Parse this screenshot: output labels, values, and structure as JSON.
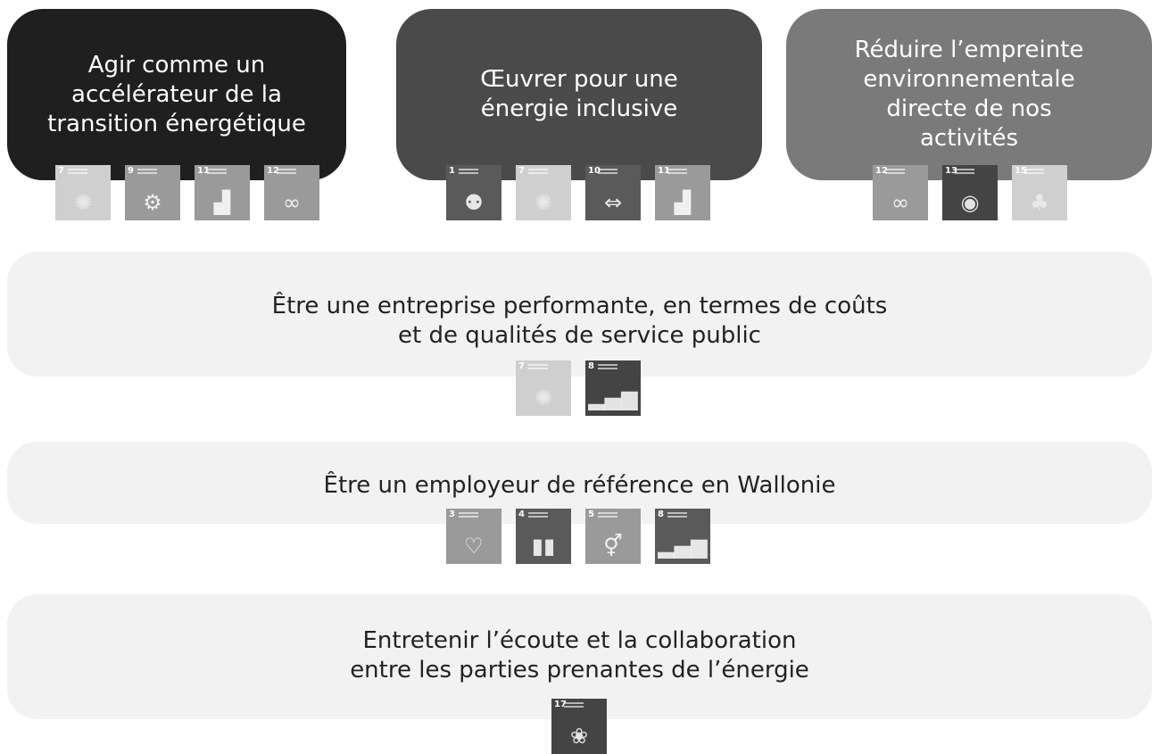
{
  "objectives": {
    "accelerator": {
      "label": "Agir comme un\naccélérateur de la\ntransition énergétique",
      "color": "#1f1f1f"
    },
    "inclusive": {
      "label": "Œuvrer pour une\nénergie inclusive",
      "color": "#4a4a4a"
    },
    "footprint": {
      "label": "Réduire l’empreinte\nenvironnementale\ndirecte de nos\nactivités",
      "color": "#7a7a7a"
    },
    "performance": {
      "label": "Être une entreprise performante, en termes de coûts\net de qualités de service public"
    },
    "employer": {
      "label": "Être un employeur de référence en Wallonie"
    },
    "collaboration": {
      "label": "Entretenir l’écoute et la collaboration\nentre les parties prenantes de l’énergie"
    }
  },
  "sdg_icons": {
    "accelerator": [
      {
        "num": "7",
        "icon": "sun-icon",
        "glyph": "✺",
        "tone": "light"
      },
      {
        "num": "9",
        "icon": "gears-icon",
        "glyph": "⚙",
        "tone": "mid"
      },
      {
        "num": "11",
        "icon": "city-icon",
        "glyph": "▟",
        "tone": "mid"
      },
      {
        "num": "12",
        "icon": "infinity-icon",
        "glyph": "∞",
        "tone": "mid"
      }
    ],
    "inclusive": [
      {
        "num": "1",
        "icon": "family-icon",
        "glyph": "⚉",
        "tone": "dark"
      },
      {
        "num": "7",
        "icon": "sun-icon",
        "glyph": "✺",
        "tone": "light"
      },
      {
        "num": "10",
        "icon": "equality-icon",
        "glyph": "⇔",
        "tone": "dark"
      },
      {
        "num": "11",
        "icon": "city-icon",
        "glyph": "▟",
        "tone": "mid"
      }
    ],
    "footprint": [
      {
        "num": "12",
        "icon": "infinity-icon",
        "glyph": "∞",
        "tone": "mid"
      },
      {
        "num": "13",
        "icon": "eye-globe-icon",
        "glyph": "◉",
        "tone": "darker"
      },
      {
        "num": "15",
        "icon": "tree-icon",
        "glyph": "♣",
        "tone": "light"
      }
    ],
    "performance": [
      {
        "num": "7",
        "icon": "sun-icon",
        "glyph": "✺",
        "tone": "light"
      },
      {
        "num": "8",
        "icon": "growth-chart-icon",
        "glyph": "▂▄▆",
        "tone": "darker"
      }
    ],
    "employer": [
      {
        "num": "3",
        "icon": "heartbeat-icon",
        "glyph": "♡",
        "tone": "mid"
      },
      {
        "num": "4",
        "icon": "book-icon",
        "glyph": "▮▮",
        "tone": "dark"
      },
      {
        "num": "5",
        "icon": "gender-icon",
        "glyph": "⚥",
        "tone": "mid"
      },
      {
        "num": "8",
        "icon": "growth-chart-icon",
        "glyph": "▂▄▆",
        "tone": "dark"
      }
    ],
    "collaboration": [
      {
        "num": "17",
        "icon": "partnership-icon",
        "glyph": "❀",
        "tone": "darker"
      }
    ]
  }
}
